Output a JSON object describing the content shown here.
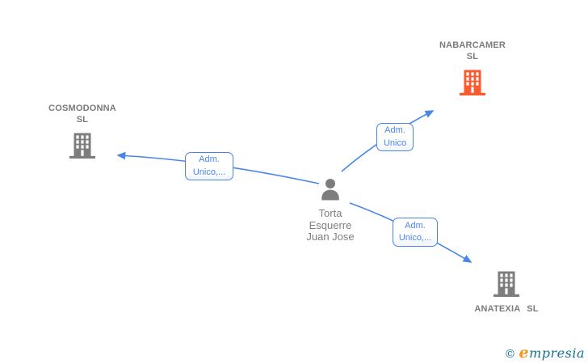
{
  "diagram": {
    "nodes": {
      "person": {
        "type": "person",
        "label_lines": [
          "Torta",
          "Esquerre",
          "Juan Jose"
        ]
      },
      "cosmodonna": {
        "type": "company",
        "name_line1": "COSMODONNA",
        "name_line2": "SL"
      },
      "nabarcamer": {
        "type": "company",
        "name_line1": "NABARCAMER",
        "name_line2": "SL"
      },
      "anatexia": {
        "type": "company",
        "name": "ANATEXIA SL"
      }
    },
    "edges": {
      "to_cosmodonna": {
        "label_line1": "Adm.",
        "label_line2": "Unico,..."
      },
      "to_nabarcamer": {
        "label_line1": "Adm.",
        "label_line2": "Unico"
      },
      "to_anatexia": {
        "label_line1": "Adm.",
        "label_line2": "Unico,..."
      }
    },
    "colors": {
      "edge_blue": "#4a86e8",
      "edge_label_text": "#4b87ee",
      "company_text_gray": "#7b7b7b",
      "icon_gray": "#7d7d7d",
      "icon_orange": "#fb5a2e"
    }
  },
  "footer": {
    "copyright_symbol": "©",
    "brand_first_letter": "e",
    "brand_rest": "mpresia"
  }
}
